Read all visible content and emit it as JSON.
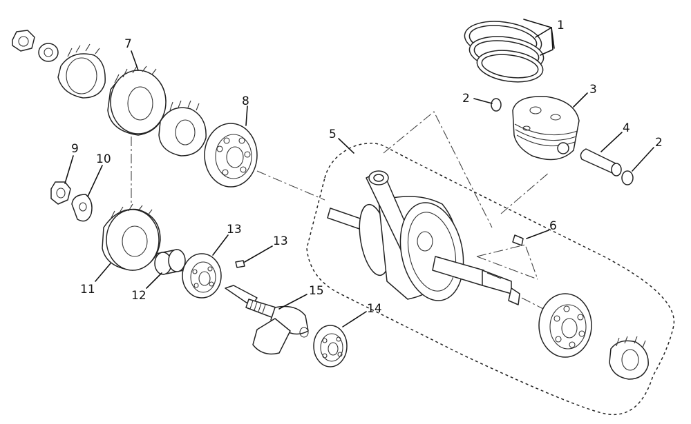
{
  "diagram": {
    "callouts": [
      {
        "id": "1",
        "text": "1"
      },
      {
        "id": "2a",
        "text": "2"
      },
      {
        "id": "2b",
        "text": "2"
      },
      {
        "id": "3",
        "text": "3"
      },
      {
        "id": "4",
        "text": "4"
      },
      {
        "id": "5",
        "text": "5"
      },
      {
        "id": "6",
        "text": "6"
      },
      {
        "id": "7",
        "text": "7"
      },
      {
        "id": "8",
        "text": "8"
      },
      {
        "id": "9",
        "text": "9"
      },
      {
        "id": "10",
        "text": "10"
      },
      {
        "id": "11",
        "text": "11"
      },
      {
        "id": "12",
        "text": "12"
      },
      {
        "id": "13a",
        "text": "13"
      },
      {
        "id": "13b",
        "text": "13"
      },
      {
        "id": "14",
        "text": "14"
      },
      {
        "id": "15",
        "text": "15"
      }
    ],
    "colors": {
      "line": "#111111",
      "background": "#ffffff"
    }
  }
}
